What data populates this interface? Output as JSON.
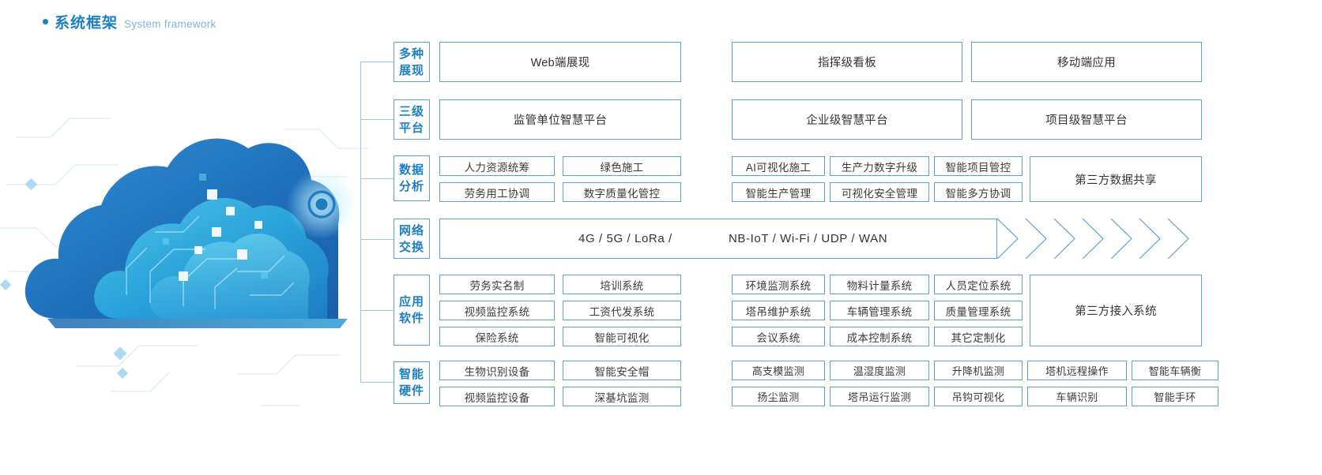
{
  "heading": {
    "bullet": "bullet-dot",
    "title_cn": "系统框架",
    "title_en": "System framework"
  },
  "categories": [
    {
      "id": "presentation",
      "line1": "多种",
      "line2": "展现"
    },
    {
      "id": "platform",
      "line1": "三级",
      "line2": "平台"
    },
    {
      "id": "data",
      "line1": "数据",
      "line2": "分析"
    },
    {
      "id": "network",
      "line1": "网络",
      "line2": "交换"
    },
    {
      "id": "software",
      "line1": "应用",
      "line2": "软件"
    },
    {
      "id": "hardware",
      "line1": "智能",
      "line2": "硬件"
    }
  ],
  "rows": {
    "presentation": {
      "left": [
        "Web端展现"
      ],
      "right": [
        "指挥级看板",
        "移动端应用"
      ]
    },
    "platform": {
      "left": [
        "监管单位智慧平台"
      ],
      "right": [
        "企业级智慧平台",
        "项目级智慧平台"
      ]
    },
    "data": {
      "left": [
        [
          "人力资源统筹",
          "绿色施工"
        ],
        [
          "劳务用工协调",
          "数字质量化管控"
        ]
      ],
      "right": [
        [
          "AI可视化施工",
          "生产力数字升级",
          "智能项目管控"
        ],
        [
          "智能生产管理",
          "可视化安全管理",
          "智能多方协调"
        ]
      ],
      "aside": "第三方数据共享"
    },
    "network": {
      "text_left": "4G / 5G / LoRa /",
      "text_right": "NB-IoT / Wi-Fi / UDP / WAN",
      "chevron_count": 7
    },
    "software": {
      "left": [
        [
          "劳务实名制",
          "培训系统"
        ],
        [
          "视频监控系统",
          "工资代发系统"
        ],
        [
          "保险系统",
          "智能可视化"
        ]
      ],
      "right": [
        [
          "环境监测系统",
          "物料计量系统",
          "人员定位系统"
        ],
        [
          "塔吊维护系统",
          "车辆管理系统",
          "质量管理系统"
        ],
        [
          "会议系统",
          "成本控制系统",
          "其它定制化"
        ]
      ],
      "aside": "第三方接入系统"
    },
    "hardware": {
      "left": [
        [
          "生物识别设备",
          "智能安全帽"
        ],
        [
          "视频监控设备",
          "深基坑监测"
        ]
      ],
      "right": [
        [
          "高支模监测",
          "温湿度监测",
          "升降机监测",
          "塔机远程操作",
          "智能车辆衡"
        ],
        [
          "扬尘监测",
          "塔吊运行监测",
          "吊钩可视化",
          "车辆识别",
          "智能手环"
        ]
      ]
    }
  },
  "colors": {
    "accent": "#1c7fc4",
    "border": "#5fa0d0",
    "rail": "#9dc4e0",
    "subtitle": "#7fb4d8",
    "text": "#3b3b3b"
  }
}
